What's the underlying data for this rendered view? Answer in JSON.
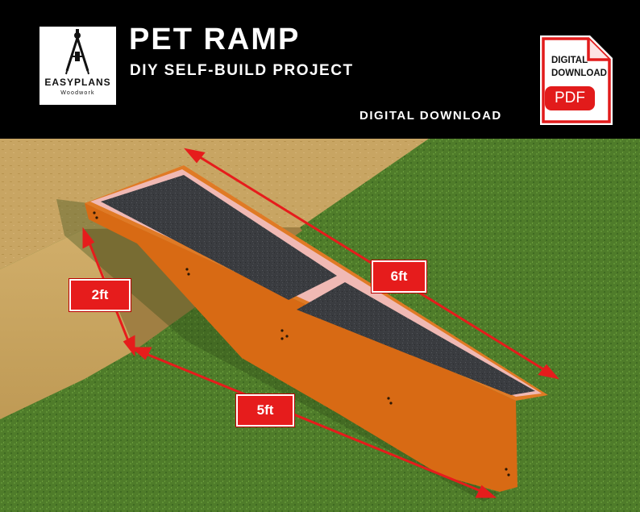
{
  "header": {
    "title": "PET RAMP",
    "subtitle": "DIY SELF-BUILD PROJECT",
    "download_caption": "DIGITAL DOWNLOAD"
  },
  "logo": {
    "brand": "EASYPLANS",
    "tagline": "Woodwork",
    "icon": "drafting-compass-icon"
  },
  "pdf_badge": {
    "line1": "DIGITAL",
    "line2": "DOWNLOAD",
    "format": "PDF",
    "icon": "pdf-file-icon"
  },
  "dimensions": {
    "height": "2ft",
    "length": "6ft",
    "base": "5ft"
  },
  "colors": {
    "header_bg": "#000000",
    "accent_red": "#e61c1c",
    "ramp_wood": "#d86a14",
    "ramp_carpet": "#3a3c40",
    "grass": "#4f7c2a",
    "deck": "#c8a563"
  }
}
